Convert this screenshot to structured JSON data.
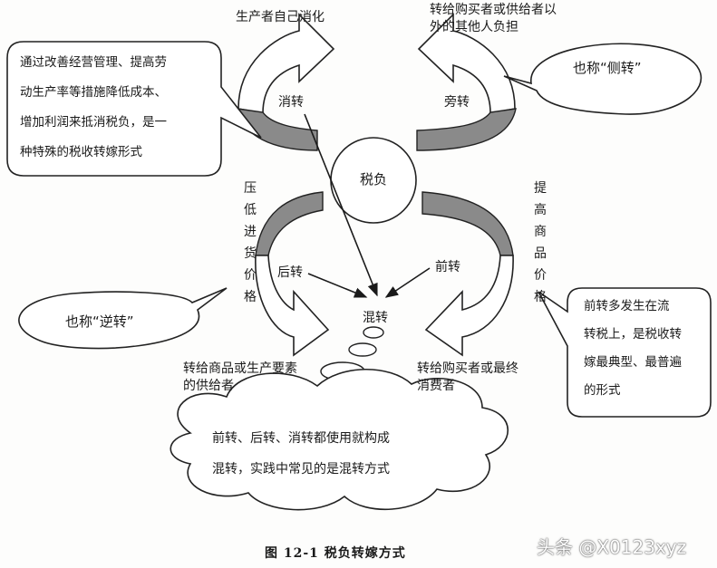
{
  "center": "税负",
  "top_left": {
    "label": "消转",
    "target": "生产者自己消化"
  },
  "top_right": {
    "label": "旁转",
    "target_line1": "转给购买者或供给者以",
    "target_line2": "外的其他人负担"
  },
  "bottom_left": {
    "label": "后转",
    "vertical": [
      "压",
      "低",
      "进",
      "货",
      "价",
      "格"
    ],
    "target_line1": "转给商品或生产要素",
    "target_line2": "的供给者"
  },
  "bottom_right": {
    "label": "前转",
    "vertical": [
      "提",
      "高",
      "商",
      "品",
      "价",
      "格"
    ],
    "target_line1": "转给购买者或最终",
    "target_line2": "消费者"
  },
  "mixed": "混转",
  "note_left": [
    "通过改善经营管理、提高劳",
    "动生产率等措施降低成本、",
    "增加利润来抵消税负，是一",
    "种特殊的税收转嫁形式"
  ],
  "note_side": "也称“侧转”",
  "note_reverse": "也称“逆转”",
  "note_right": [
    "前转多发生在流",
    "转税上，是税收转",
    "嫁最典型、最普遍",
    "的形式"
  ],
  "cloud": [
    "前转、后转、消转都使用就构成",
    "混转，实践中常见的是混转方式"
  ],
  "caption": "图 12-1    税负转嫁方式",
  "watermark": "头条 @X0123xyz"
}
